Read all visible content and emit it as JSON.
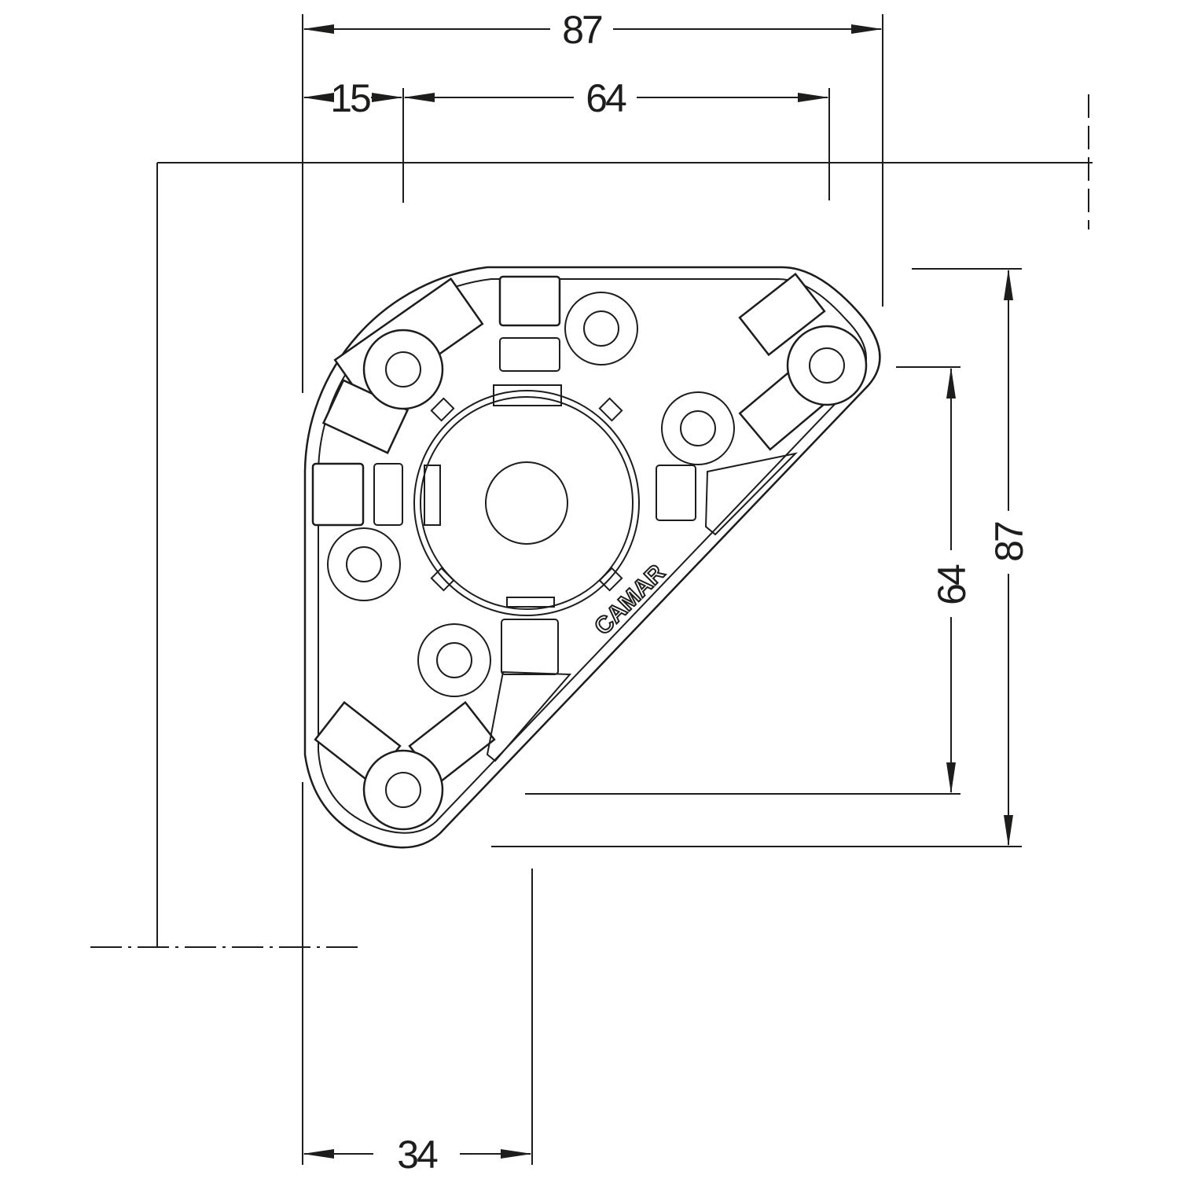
{
  "drawing": {
    "dimensions": {
      "overall_width": "87",
      "left_offset": "15",
      "hole_spacing_horizontal": "64",
      "hole_spacing_vertical": "64",
      "overall_height": "87",
      "bottom_offset": "34"
    },
    "logo_text": "CAMAR",
    "line_color": "#1d1d1b"
  }
}
